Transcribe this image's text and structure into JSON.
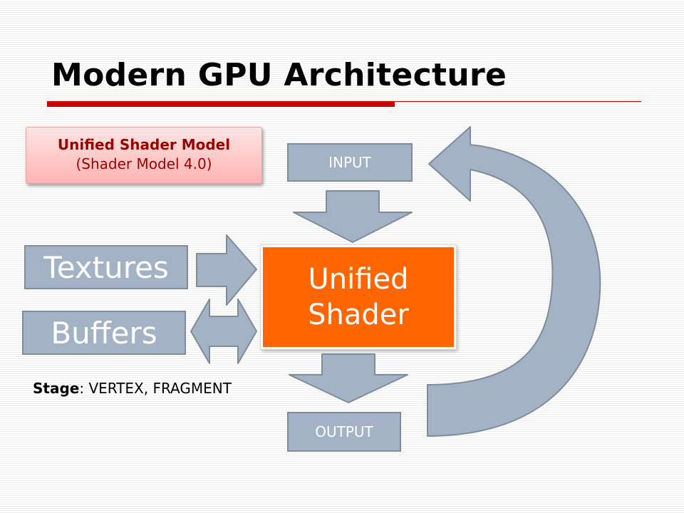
{
  "slide": {
    "title": "Modern GPU Architecture"
  },
  "callout": {
    "title": "Unified Shader Model",
    "subtitle": "(Shader Model 4.0)"
  },
  "pipeline": {
    "input_label": "INPUT",
    "output_label": "OUTPUT",
    "shader_line1": "Unified",
    "shader_line2": "Shader"
  },
  "resources": {
    "textures_label": "Textures",
    "buffers_label": "Buffers"
  },
  "stage": {
    "label": "Stage",
    "value": ": VERTEX, FRAGMENT"
  },
  "colors": {
    "title_accent": "#cc0000",
    "shader_fill": "#ff6600",
    "gray_fill": "#a3b2c4",
    "gray_border": "#7f8c99",
    "callout_text": "#9a0000"
  }
}
